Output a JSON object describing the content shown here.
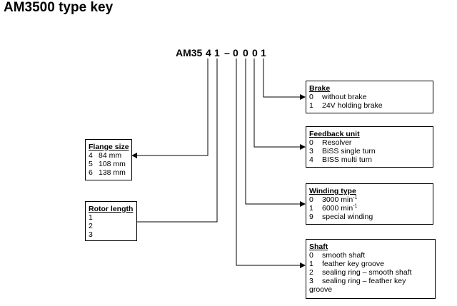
{
  "title": "AM3500 type key",
  "code": {
    "prefix": "AM35",
    "digits": [
      "4",
      "1",
      "–",
      "0",
      "0",
      "0",
      "1"
    ]
  },
  "boxes": {
    "brake": {
      "header": "Brake",
      "items": [
        {
          "num": "0",
          "text": "without brake"
        },
        {
          "num": "1",
          "text": "24V holding brake"
        }
      ]
    },
    "feedback": {
      "header": "Feedback unit",
      "items": [
        {
          "num": "0",
          "text": "Resolver"
        },
        {
          "num": "3",
          "text": "BiSS single turn"
        },
        {
          "num": "4",
          "text": "BISS multi turn"
        }
      ]
    },
    "winding": {
      "header": "Winding type",
      "items": [
        {
          "num": "0",
          "text": "3000 min",
          "sup": "-1"
        },
        {
          "num": "1",
          "text": "6000 min",
          "sup": "-1"
        },
        {
          "num": "9",
          "text": "special winding"
        }
      ]
    },
    "shaft": {
      "header": "Shaft",
      "items": [
        {
          "num": "0",
          "text": "smooth shaft"
        },
        {
          "num": "1",
          "text": "feather key groove"
        },
        {
          "num": "2",
          "text": "sealing ring – smooth shaft"
        },
        {
          "num": "3",
          "text": "sealing ring – feather key"
        }
      ],
      "wrap": "groove"
    },
    "flange": {
      "header": "Flange size",
      "items": [
        {
          "num": "4",
          "text": "84 mm"
        },
        {
          "num": "5",
          "text": "108 mm"
        },
        {
          "num": "6",
          "text": "138 mm"
        }
      ]
    },
    "rotor": {
      "header": "Rotor length",
      "items": [
        {
          "num": "1",
          "text": ""
        },
        {
          "num": "2",
          "text": ""
        },
        {
          "num": "3",
          "text": ""
        }
      ]
    }
  }
}
